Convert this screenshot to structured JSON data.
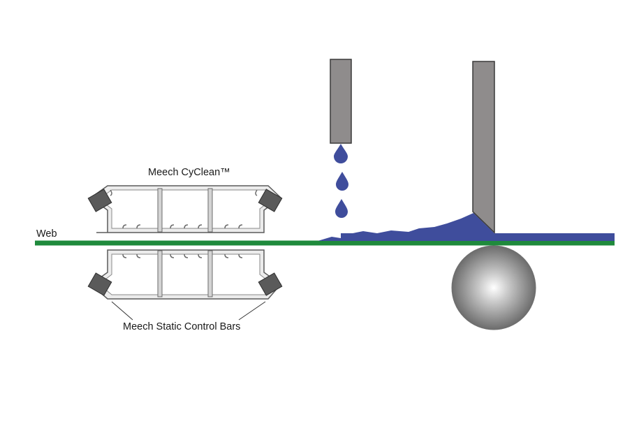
{
  "labels": {
    "web": "Web",
    "cyclean": "Meech CyClean™",
    "static_bars": "Meech Static Control Bars"
  },
  "colors": {
    "web": "#1f8a3c",
    "coating": "#3f4d9c",
    "blade": "#8f8c8c",
    "bar_frame": "#9d9d9d",
    "emitter": "#5a5a5a",
    "roller_light": "#ffffff",
    "roller_dark": "#6c6c6c"
  },
  "components": {
    "upper_bar": "cyclean-bar",
    "lower_bar": "static-control-bar",
    "nozzle": "coating-nozzle",
    "blade": "doctor-blade",
    "roller": "backing-roller",
    "droplets": 3
  }
}
